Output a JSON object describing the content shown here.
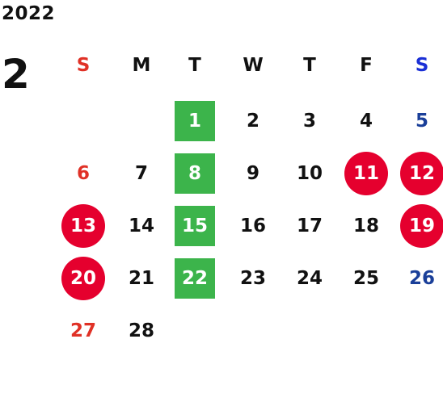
{
  "calendar": {
    "year": "2022",
    "month": "2",
    "colors": {
      "sunday": "#e03126",
      "saturday": "#1a3f99",
      "saturday_header": "#1a2fd6",
      "weekday": "#111111",
      "highlight_green": "#3cb44b",
      "highlight_red": "#e5002e",
      "highlight_text": "#ffffff"
    },
    "weekdays": [
      {
        "label": "S",
        "kind": "sunday"
      },
      {
        "label": "M",
        "kind": "weekday"
      },
      {
        "label": "T",
        "kind": "weekday"
      },
      {
        "label": "W",
        "kind": "weekday"
      },
      {
        "label": "T",
        "kind": "weekday"
      },
      {
        "label": "F",
        "kind": "weekday"
      },
      {
        "label": "S",
        "kind": "saturday"
      }
    ],
    "days": [
      {
        "date": "1",
        "col": 2,
        "row": 0,
        "mark": "green"
      },
      {
        "date": "2",
        "col": 3,
        "row": 0,
        "mark": ""
      },
      {
        "date": "3",
        "col": 4,
        "row": 0,
        "mark": ""
      },
      {
        "date": "4",
        "col": 5,
        "row": 0,
        "mark": ""
      },
      {
        "date": "5",
        "col": 6,
        "row": 0,
        "mark": ""
      },
      {
        "date": "6",
        "col": 0,
        "row": 1,
        "mark": ""
      },
      {
        "date": "7",
        "col": 1,
        "row": 1,
        "mark": ""
      },
      {
        "date": "8",
        "col": 2,
        "row": 1,
        "mark": "green"
      },
      {
        "date": "9",
        "col": 3,
        "row": 1,
        "mark": ""
      },
      {
        "date": "10",
        "col": 4,
        "row": 1,
        "mark": ""
      },
      {
        "date": "11",
        "col": 5,
        "row": 1,
        "mark": "circle"
      },
      {
        "date": "12",
        "col": 6,
        "row": 1,
        "mark": "circle"
      },
      {
        "date": "13",
        "col": 0,
        "row": 2,
        "mark": "circle"
      },
      {
        "date": "14",
        "col": 1,
        "row": 2,
        "mark": ""
      },
      {
        "date": "15",
        "col": 2,
        "row": 2,
        "mark": "green"
      },
      {
        "date": "16",
        "col": 3,
        "row": 2,
        "mark": ""
      },
      {
        "date": "17",
        "col": 4,
        "row": 2,
        "mark": ""
      },
      {
        "date": "18",
        "col": 5,
        "row": 2,
        "mark": ""
      },
      {
        "date": "19",
        "col": 6,
        "row": 2,
        "mark": "circle"
      },
      {
        "date": "20",
        "col": 0,
        "row": 3,
        "mark": "circle"
      },
      {
        "date": "21",
        "col": 1,
        "row": 3,
        "mark": ""
      },
      {
        "date": "22",
        "col": 2,
        "row": 3,
        "mark": "green"
      },
      {
        "date": "23",
        "col": 3,
        "row": 3,
        "mark": ""
      },
      {
        "date": "24",
        "col": 4,
        "row": 3,
        "mark": ""
      },
      {
        "date": "25",
        "col": 5,
        "row": 3,
        "mark": ""
      },
      {
        "date": "26",
        "col": 6,
        "row": 3,
        "mark": ""
      },
      {
        "date": "27",
        "col": 0,
        "row": 4,
        "mark": ""
      },
      {
        "date": "28",
        "col": 1,
        "row": 4,
        "mark": ""
      }
    ]
  }
}
